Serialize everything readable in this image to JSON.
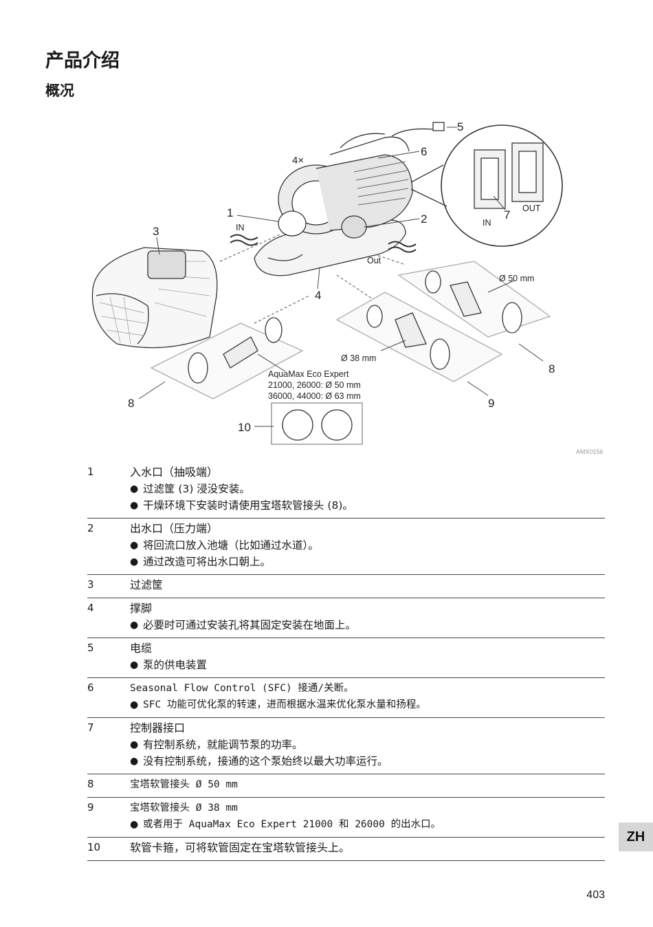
{
  "header": {
    "title": "产品介绍",
    "subtitle": "概况"
  },
  "figure": {
    "code": "AMX0156",
    "callouts": [
      "1",
      "2",
      "3",
      "4",
      "4×",
      "5",
      "6",
      "7",
      "8",
      "8",
      "9",
      "10"
    ],
    "labels": {
      "in_main": "IN",
      "out_main": "Out",
      "in_detail": "IN",
      "out_detail": "OUT",
      "d50": "Ø 50 mm",
      "d38": "Ø 38 mm",
      "model_line1": "AquaMax Eco Expert",
      "model_line2": "21000, 26000: Ø 50 mm",
      "model_line3": "36000, 44000: Ø 63 mm"
    }
  },
  "legend": [
    {
      "num": "1",
      "head": "入水口（抽吸端）",
      "bullets": [
        "过滤筐 (3) 浸没安装。",
        "干燥环境下安装时请使用宝塔软管接头 (8)。"
      ]
    },
    {
      "num": "2",
      "head": "出水口（压力端）",
      "bullets": [
        "将回流口放入池塘（比如通过水道）。",
        "通过改造可将出水口朝上。"
      ]
    },
    {
      "num": "3",
      "head": "过滤筐",
      "bullets": []
    },
    {
      "num": "4",
      "head": "撑脚",
      "bullets": [
        "必要时可通过安装孔将其固定安装在地面上。"
      ]
    },
    {
      "num": "5",
      "head": "电缆",
      "bullets": [
        "泵的供电装置"
      ]
    },
    {
      "num": "6",
      "head": "Seasonal Flow Control (SFC) 接通/关断。",
      "bullets": [
        "SFC 功能可优化泵的转速，进而根据水温来优化泵水量和扬程。"
      ]
    },
    {
      "num": "7",
      "head": "控制器接口",
      "bullets": [
        "有控制系统，就能调节泵的功率。",
        "没有控制系统，接通的这个泵始终以最大功率运行。"
      ]
    },
    {
      "num": "8",
      "head": "宝塔软管接头 Ø 50 mm",
      "bullets": []
    },
    {
      "num": "9",
      "head": "宝塔软管接头 Ø 38 mm",
      "bullets": [
        "或者用于 AquaMax Eco Expert 21000 和 26000 的出水口。"
      ]
    },
    {
      "num": "10",
      "head": "软管卡箍，可将软管固定在宝塔软管接头上。",
      "bullets": []
    }
  ],
  "lang_tab": "ZH",
  "page_number": "403"
}
